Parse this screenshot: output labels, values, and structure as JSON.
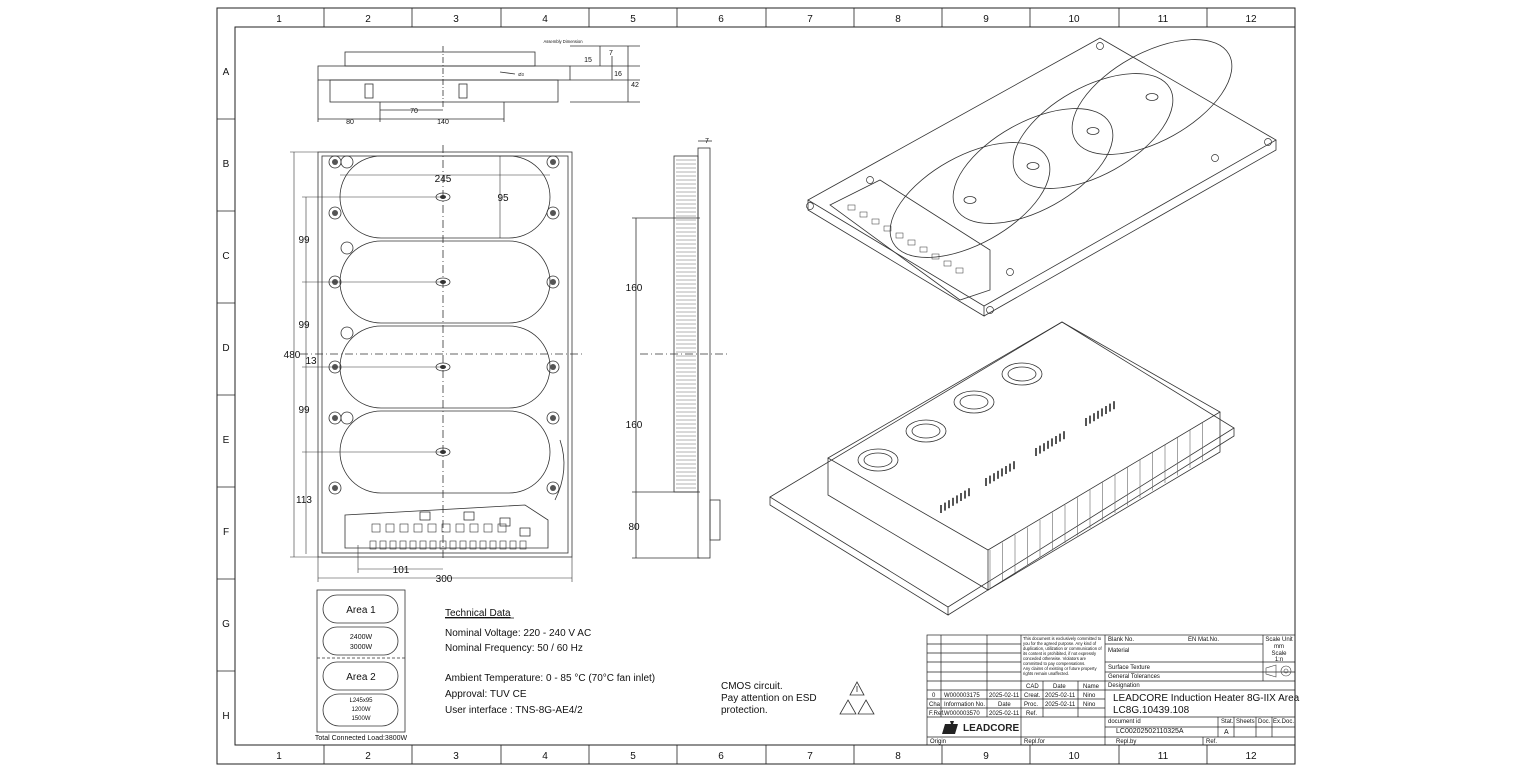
{
  "frame": {
    "columns": [
      "1",
      "2",
      "3",
      "4",
      "5",
      "6",
      "7",
      "8",
      "9",
      "10",
      "11",
      "12"
    ],
    "rows": [
      "A",
      "B",
      "C",
      "D",
      "E",
      "F",
      "G",
      "H"
    ]
  },
  "dims": {
    "assembly": "Assembly Dimension",
    "top": [
      "80",
      "70",
      "140",
      "7",
      "15",
      "16",
      "42",
      "Ø3"
    ],
    "front": [
      "245",
      "95",
      "99",
      "99",
      "99",
      "113",
      "480",
      "13",
      "101",
      "300"
    ],
    "side": [
      "7",
      "160",
      "160",
      "80"
    ]
  },
  "areas": {
    "area1": "Area 1",
    "area1_p1": "2400W",
    "area1_p2": "3000W",
    "area2": "Area 2",
    "area2_p0": "L245x95",
    "area2_p1": "1200W",
    "area2_p2": "1500W",
    "total": "Total Connected Load:3800W"
  },
  "tech": {
    "heading": "Technical Data",
    "voltage": "Nominal Voltage: 220 - 240 V AC",
    "frequency": "Nominal Frequency: 50 / 60 Hz",
    "ambient": "Ambient Temperature: 0 - 85 °C (70°C fan inlet)",
    "approval": "Approval: TUV  CE",
    "ui": "User interface : TNS-8G-AE4/2"
  },
  "esd": {
    "l1": "CMOS circuit.",
    "l2": "Pay attention on ESD",
    "l3": "protection."
  },
  "title_block": {
    "notice": [
      "This document is exclusively committed to",
      "you for the agreed purpose. Any kind of",
      "duplication, utilization or communication of",
      "its content is prohibited, if not expressly",
      "conceded otherwise. Violators are",
      "committed to pay compensations.",
      "Any claims of existing or future property",
      "rights remain unaffected."
    ],
    "blank_no": "Blank No.",
    "en_mat": "EN Mat.No.",
    "scale_unit": "Scale Unit",
    "mm": "mm",
    "scale": "Scale",
    "scale_val": "1:n",
    "material": "Material",
    "surface": "Surface Texture",
    "tolerances": "General Tolerances",
    "designation": "Designation",
    "title1": "LEADCORE Induction Heater 8G-IIX Area",
    "title2": "LC8G.10439.108",
    "doc_id_label": "document id",
    "doc_id": "LC00202502110325A",
    "stat": "Stat.",
    "stat_val": "A",
    "sheets": "Sheets",
    "docl": "Doc.",
    "exdoc": "Ex.Doc.",
    "cad": "CAD",
    "date": "Date",
    "name": "Name",
    "creat": "Creat.",
    "proc": "Proc.",
    "ref": "Ref.",
    "creat_date": "2025-02-11",
    "creat_name": "Nino",
    "proc_date": "2025-02-11",
    "proc_name": "Nino",
    "rev_idx": "0",
    "rev_no": "W000003175",
    "rev_date": "2025-02-11",
    "cha": "Cha",
    "info_no": "Information No.",
    "date2": "Date",
    "fref": "F.Ref.",
    "fref_no": "W000003570",
    "fref_date": "2025-02-11",
    "origin": "Origin",
    "repl_for": "Repl.for",
    "repl_by": "Repl.by",
    "ref2": "Ref.",
    "logo": "LEADCORE"
  }
}
